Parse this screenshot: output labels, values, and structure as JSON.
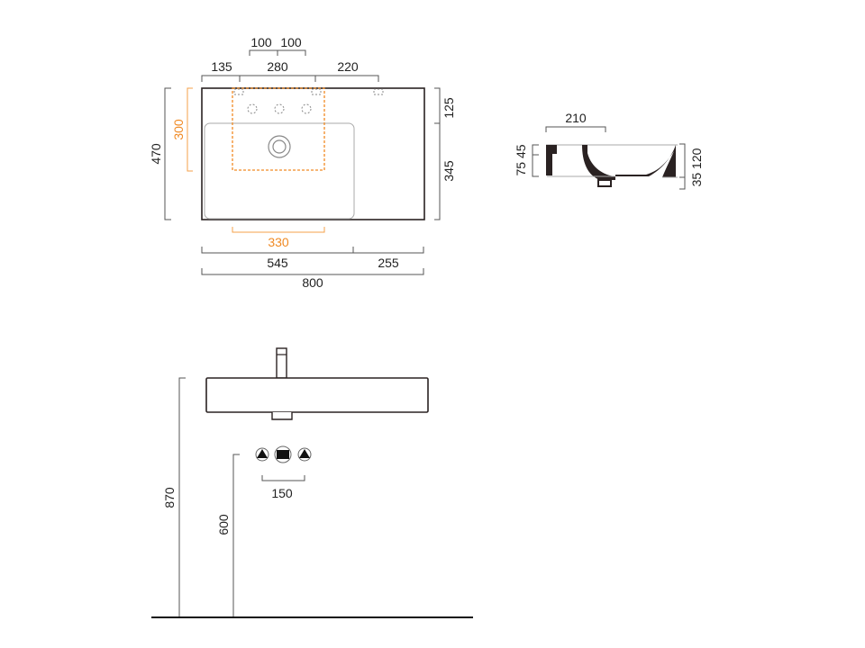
{
  "top_view": {
    "dims_top_small": [
      "100",
      "100"
    ],
    "dims_top": [
      "135",
      "280",
      "220"
    ],
    "dim_left_total": "470",
    "dim_left_orange": "300",
    "dims_right": [
      "125",
      "345"
    ],
    "dim_bottom_orange": "330",
    "dims_bottom": [
      "545",
      "255"
    ],
    "dim_bottom_total": "800"
  },
  "section_view": {
    "dim_top": "210",
    "dims_left": "75 45",
    "dims_right": "35 120"
  },
  "front_view": {
    "dim_total_height": "870",
    "dim_outlet_height": "600",
    "dim_outlet_spacing": "150"
  },
  "colors": {
    "accent": "#f08a24",
    "line": "#2a2222"
  }
}
